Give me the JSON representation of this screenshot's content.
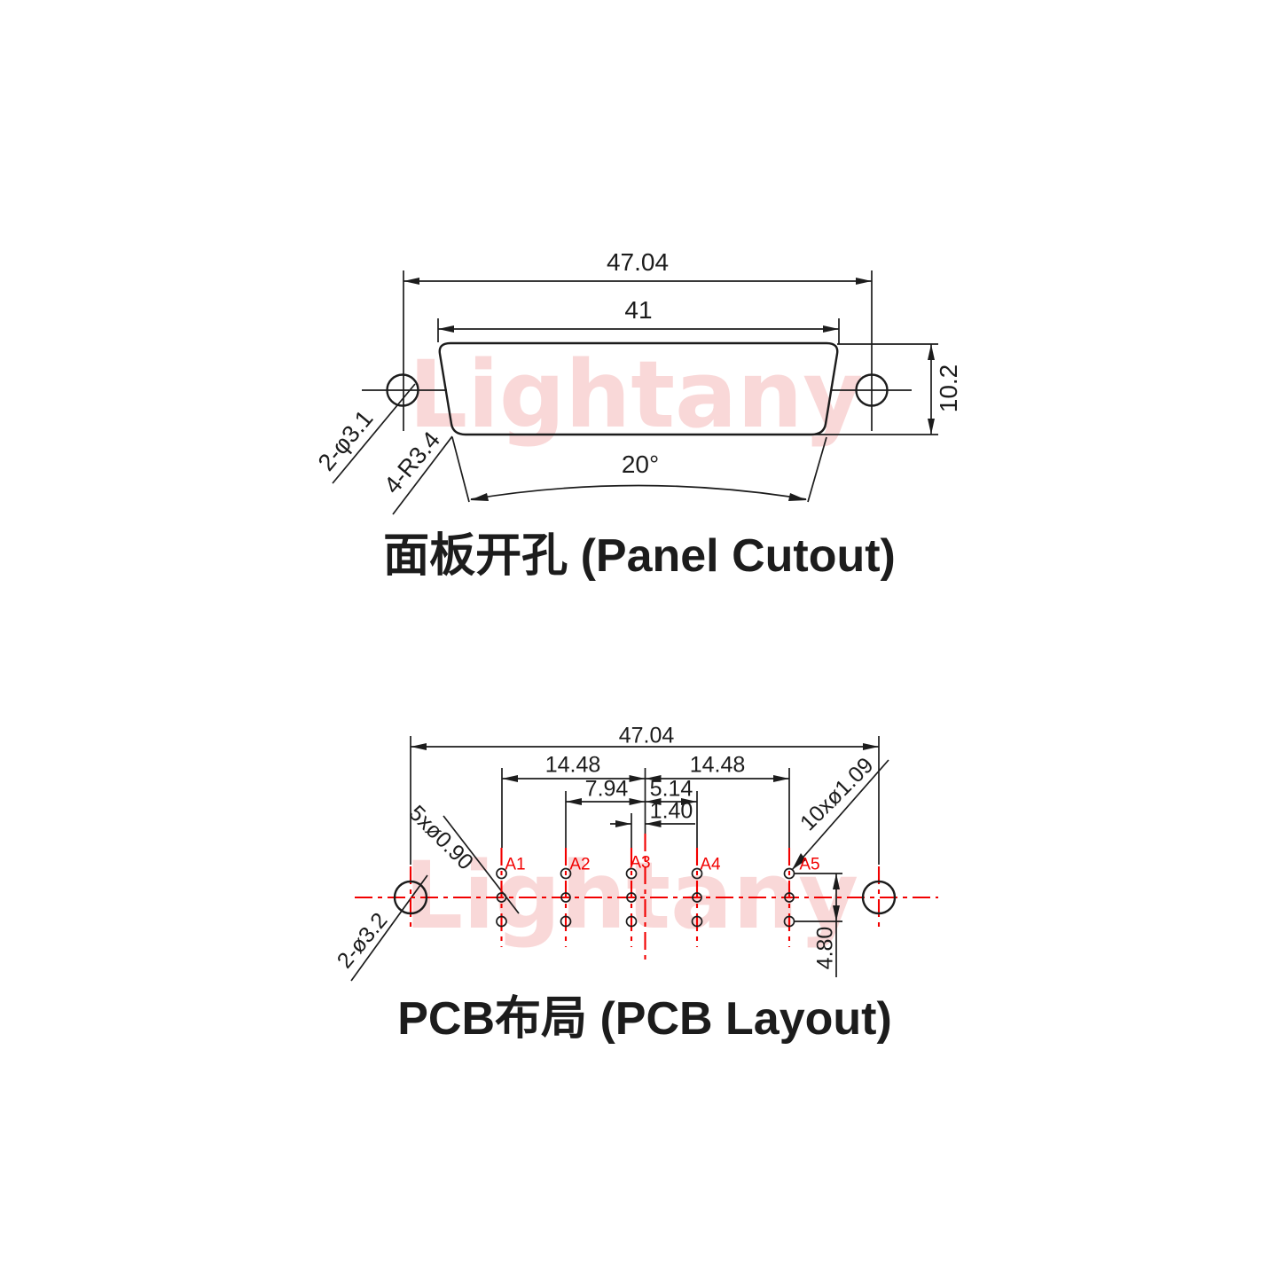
{
  "colors": {
    "line": "#1c1c1c",
    "red": "#f20000",
    "watermark": "#f9d8d8"
  },
  "watermark": "Lightany",
  "panel": {
    "title": "面板开孔 (Panel Cutout)",
    "dim_outer_width": "47.04",
    "dim_cutout_width": "41",
    "dim_height": "10.2",
    "dim_angle": "20°",
    "label_mount_holes": "2-φ3.1",
    "label_corner_radius": "4-R3.4"
  },
  "pcb": {
    "title": "PCB布局 (PCB Layout)",
    "dim_outer_width": "47.04",
    "dim_left_span": "14.48",
    "dim_right_span": "14.48",
    "dim_a2_span": "7.94",
    "dim_a4_span": "5.14",
    "dim_a3_offset": "1.40",
    "dim_row_span": "4.80",
    "label_signal_holes": "5xø0.90",
    "label_outer_holes": "10xø1.09",
    "label_mount_holes": "2-ø3.2",
    "pins": [
      {
        "label": "A1"
      },
      {
        "label": "A2"
      },
      {
        "label": "A3"
      },
      {
        "label": "A4"
      },
      {
        "label": "A5"
      }
    ]
  }
}
